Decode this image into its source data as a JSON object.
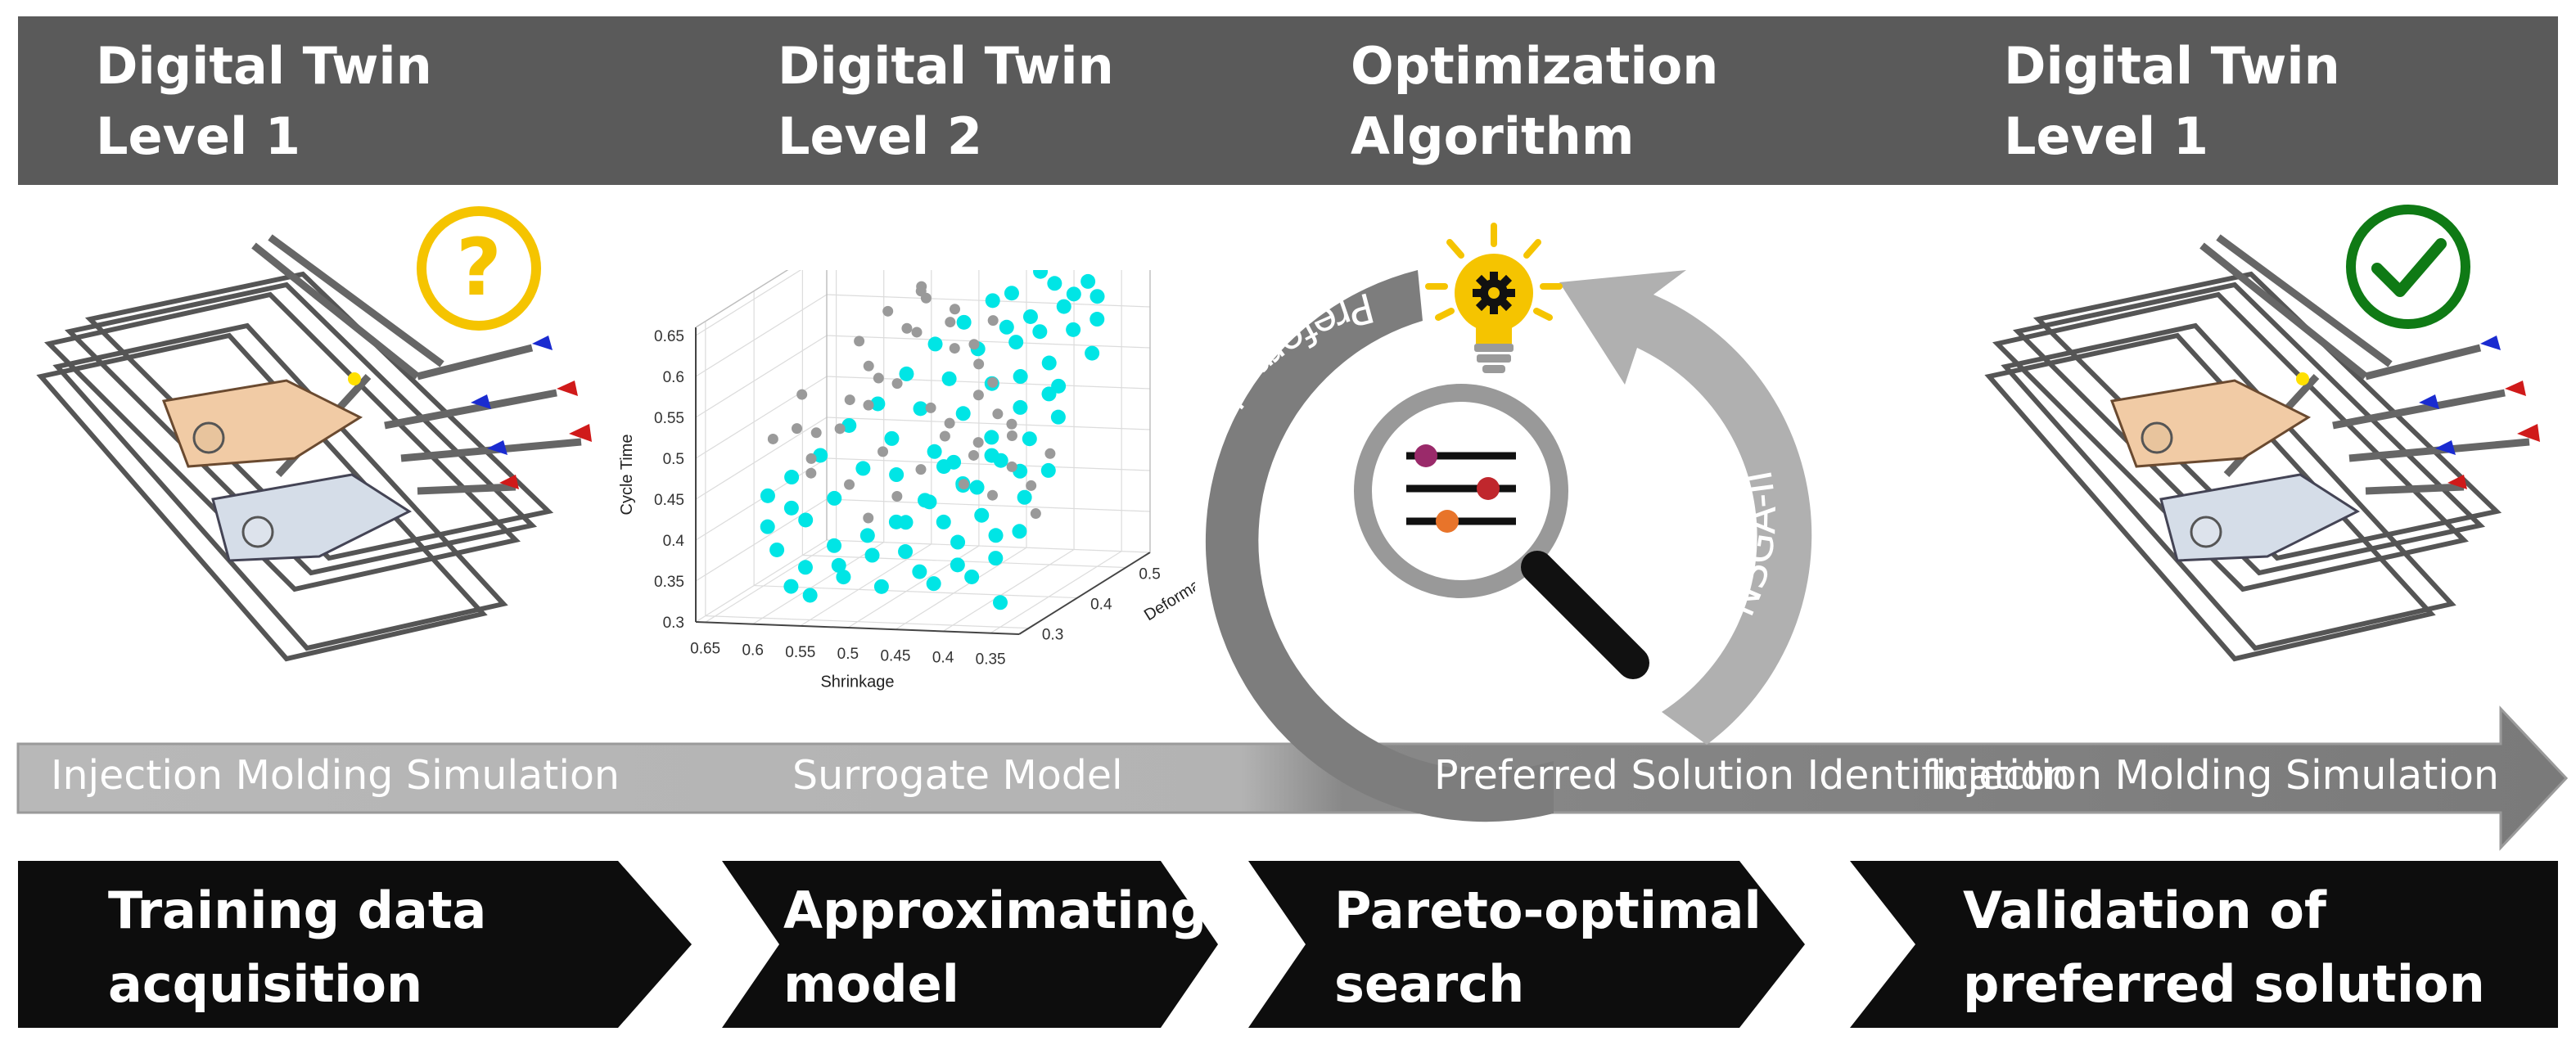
{
  "stages": [
    {
      "title": "Digital Twin\nLevel 1"
    },
    {
      "title": "Digital Twin\nLevel 2"
    },
    {
      "title": "Optimization\nAlgorithm"
    },
    {
      "title": "Digital Twin\nLevel 1"
    }
  ],
  "flow": {
    "labels": [
      "Injection Molding Simulation",
      "Surrogate Model",
      "Preferred Solution Identification",
      "Injection Molding Simulation"
    ]
  },
  "cycle": {
    "left_arc_label": "Preferred Solution Id",
    "right_arc_label": "NSGA-II"
  },
  "steps": [
    {
      "label": "Training data\nacquisition"
    },
    {
      "label": "Approximating\nmodel"
    },
    {
      "label": "Pareto-optimal\nsearch"
    },
    {
      "label": "Validation of\npreferred solution"
    }
  ],
  "icons": {
    "status_left": "question-mark-icon",
    "status_right": "check-mark-icon",
    "optimization": "lightbulb-gear-icon",
    "search": "magnifier-sliders-icon"
  },
  "colors": {
    "header": "#5a5a5a",
    "chevron": "#0d0d0d",
    "flow_light": "#b3b3b3",
    "flow_dark": "#7a7a7a",
    "question": "#f5c400",
    "check": "#0f7a15",
    "pareto_points": "#00e5e5",
    "other_points": "#9a9a9a"
  },
  "chart_data": {
    "type": "scatter",
    "title": "",
    "xlabel": "Shrinkage",
    "ylabel": "Deformation",
    "zlabel": "Cycle Time",
    "x_ticks": [
      "0.65",
      "0.6",
      "0.55",
      "0.5",
      "0.45",
      "0.4",
      "0.35"
    ],
    "y_ticks": [
      "0.3",
      "0.4",
      "0.5"
    ],
    "z_ticks": [
      "0.3",
      "0.35",
      "0.4",
      "0.45",
      "0.5",
      "0.55",
      "0.6",
      "0.65"
    ],
    "xlim": [
      0.32,
      0.66
    ],
    "ylim": [
      0.28,
      0.55
    ],
    "zlim": [
      0.3,
      0.66
    ],
    "series": [
      {
        "points": [
          [
            0.5,
            0.38,
            0.45
          ],
          [
            0.48,
            0.36,
            0.4
          ],
          [
            0.46,
            0.32,
            0.38
          ],
          [
            0.45,
            0.35,
            0.43
          ],
          [
            0.44,
            0.31,
            0.36
          ],
          [
            0.43,
            0.34,
            0.41
          ],
          [
            0.42,
            0.3,
            0.35
          ],
          [
            0.41,
            0.33,
            0.39
          ],
          [
            0.4,
            0.31,
            0.37
          ],
          [
            0.39,
            0.34,
            0.42
          ],
          [
            0.38,
            0.3,
            0.36
          ],
          [
            0.37,
            0.33,
            0.4
          ],
          [
            0.36,
            0.31,
            0.38
          ],
          [
            0.35,
            0.35,
            0.44
          ],
          [
            0.34,
            0.32,
            0.41
          ],
          [
            0.33,
            0.36,
            0.47
          ],
          [
            0.34,
            0.4,
            0.52
          ],
          [
            0.33,
            0.45,
            0.58
          ],
          [
            0.35,
            0.42,
            0.55
          ],
          [
            0.36,
            0.47,
            0.6
          ],
          [
            0.37,
            0.44,
            0.57
          ],
          [
            0.38,
            0.49,
            0.62
          ],
          [
            0.39,
            0.46,
            0.6
          ],
          [
            0.4,
            0.51,
            0.64
          ],
          [
            0.41,
            0.48,
            0.61
          ],
          [
            0.42,
            0.52,
            0.65
          ],
          [
            0.43,
            0.47,
            0.6
          ],
          [
            0.44,
            0.5,
            0.63
          ],
          [
            0.45,
            0.45,
            0.58
          ],
          [
            0.46,
            0.5,
            0.62
          ],
          [
            0.47,
            0.43,
            0.55
          ],
          [
            0.48,
            0.48,
            0.6
          ],
          [
            0.49,
            0.41,
            0.52
          ],
          [
            0.5,
            0.46,
            0.58
          ],
          [
            0.51,
            0.39,
            0.49
          ],
          [
            0.52,
            0.44,
            0.55
          ],
          [
            0.53,
            0.37,
            0.46
          ],
          [
            0.54,
            0.42,
            0.52
          ],
          [
            0.55,
            0.35,
            0.43
          ],
          [
            0.56,
            0.4,
            0.5
          ],
          [
            0.57,
            0.33,
            0.41
          ],
          [
            0.58,
            0.38,
            0.47
          ],
          [
            0.59,
            0.31,
            0.38
          ],
          [
            0.6,
            0.36,
            0.45
          ],
          [
            0.61,
            0.33,
            0.4
          ],
          [
            0.62,
            0.35,
            0.43
          ],
          [
            0.5,
            0.33,
            0.37
          ],
          [
            0.52,
            0.31,
            0.35
          ],
          [
            0.54,
            0.33,
            0.38
          ],
          [
            0.56,
            0.31,
            0.36
          ],
          [
            0.48,
            0.31,
            0.34
          ],
          [
            0.46,
            0.38,
            0.48
          ],
          [
            0.44,
            0.4,
            0.52
          ],
          [
            0.42,
            0.42,
            0.55
          ],
          [
            0.4,
            0.38,
            0.5
          ],
          [
            0.38,
            0.4,
            0.53
          ],
          [
            0.36,
            0.38,
            0.5
          ],
          [
            0.35,
            0.3,
            0.33
          ],
          [
            0.37,
            0.38,
            0.46
          ],
          [
            0.39,
            0.42,
            0.56
          ],
          [
            0.41,
            0.4,
            0.47
          ],
          [
            0.43,
            0.38,
            0.44
          ],
          [
            0.45,
            0.4,
            0.46
          ],
          [
            0.47,
            0.38,
            0.42
          ],
          [
            0.49,
            0.36,
            0.4
          ],
          [
            0.51,
            0.34,
            0.39
          ],
          [
            0.53,
            0.32,
            0.36
          ],
          [
            0.55,
            0.3,
            0.33
          ],
          [
            0.57,
            0.3,
            0.34
          ],
          [
            0.59,
            0.34,
            0.42
          ],
          [
            0.42,
            0.36,
            0.45
          ],
          [
            0.44,
            0.36,
            0.47
          ],
          [
            0.4,
            0.35,
            0.45
          ],
          [
            0.38,
            0.36,
            0.48
          ],
          [
            0.36,
            0.42,
            0.54
          ],
          [
            0.34,
            0.48,
            0.61
          ],
          [
            0.35,
            0.5,
            0.63
          ],
          [
            0.37,
            0.52,
            0.64
          ],
          [
            0.39,
            0.53,
            0.62
          ],
          [
            0.41,
            0.45,
            0.59
          ]
        ]
      },
      {
        "points": [
          [
            0.62,
            0.45,
            0.47
          ],
          [
            0.6,
            0.48,
            0.5
          ],
          [
            0.58,
            0.5,
            0.52
          ],
          [
            0.57,
            0.46,
            0.55
          ],
          [
            0.55,
            0.52,
            0.57
          ],
          [
            0.54,
            0.48,
            0.59
          ],
          [
            0.53,
            0.5,
            0.62
          ],
          [
            0.52,
            0.47,
            0.64
          ],
          [
            0.51,
            0.52,
            0.6
          ],
          [
            0.5,
            0.5,
            0.56
          ],
          [
            0.49,
            0.53,
            0.53
          ],
          [
            0.48,
            0.51,
            0.5
          ],
          [
            0.47,
            0.53,
            0.47
          ],
          [
            0.46,
            0.54,
            0.44
          ],
          [
            0.45,
            0.52,
            0.41
          ],
          [
            0.44,
            0.54,
            0.38
          ],
          [
            0.43,
            0.53,
            0.35
          ],
          [
            0.42,
            0.54,
            0.42
          ],
          [
            0.47,
            0.49,
            0.45
          ],
          [
            0.49,
            0.47,
            0.48
          ],
          [
            0.51,
            0.45,
            0.43
          ],
          [
            0.53,
            0.44,
            0.4
          ],
          [
            0.55,
            0.45,
            0.45
          ],
          [
            0.57,
            0.42,
            0.42
          ],
          [
            0.59,
            0.44,
            0.48
          ],
          [
            0.61,
            0.42,
            0.45
          ],
          [
            0.63,
            0.44,
            0.52
          ],
          [
            0.64,
            0.4,
            0.48
          ],
          [
            0.58,
            0.46,
            0.58
          ],
          [
            0.56,
            0.48,
            0.61
          ],
          [
            0.54,
            0.51,
            0.63
          ],
          [
            0.52,
            0.53,
            0.58
          ],
          [
            0.5,
            0.54,
            0.55
          ],
          [
            0.48,
            0.54,
            0.58
          ],
          [
            0.46,
            0.5,
            0.52
          ],
          [
            0.44,
            0.5,
            0.47
          ],
          [
            0.45,
            0.48,
            0.39
          ],
          [
            0.47,
            0.46,
            0.41
          ],
          [
            0.6,
            0.4,
            0.44
          ],
          [
            0.62,
            0.41,
            0.49
          ],
          [
            0.56,
            0.44,
            0.51
          ],
          [
            0.54,
            0.46,
            0.53
          ],
          [
            0.52,
            0.49,
            0.49
          ],
          [
            0.5,
            0.48,
            0.46
          ],
          [
            0.48,
            0.5,
            0.43
          ],
          [
            0.55,
            0.42,
            0.38
          ]
        ]
      }
    ]
  }
}
